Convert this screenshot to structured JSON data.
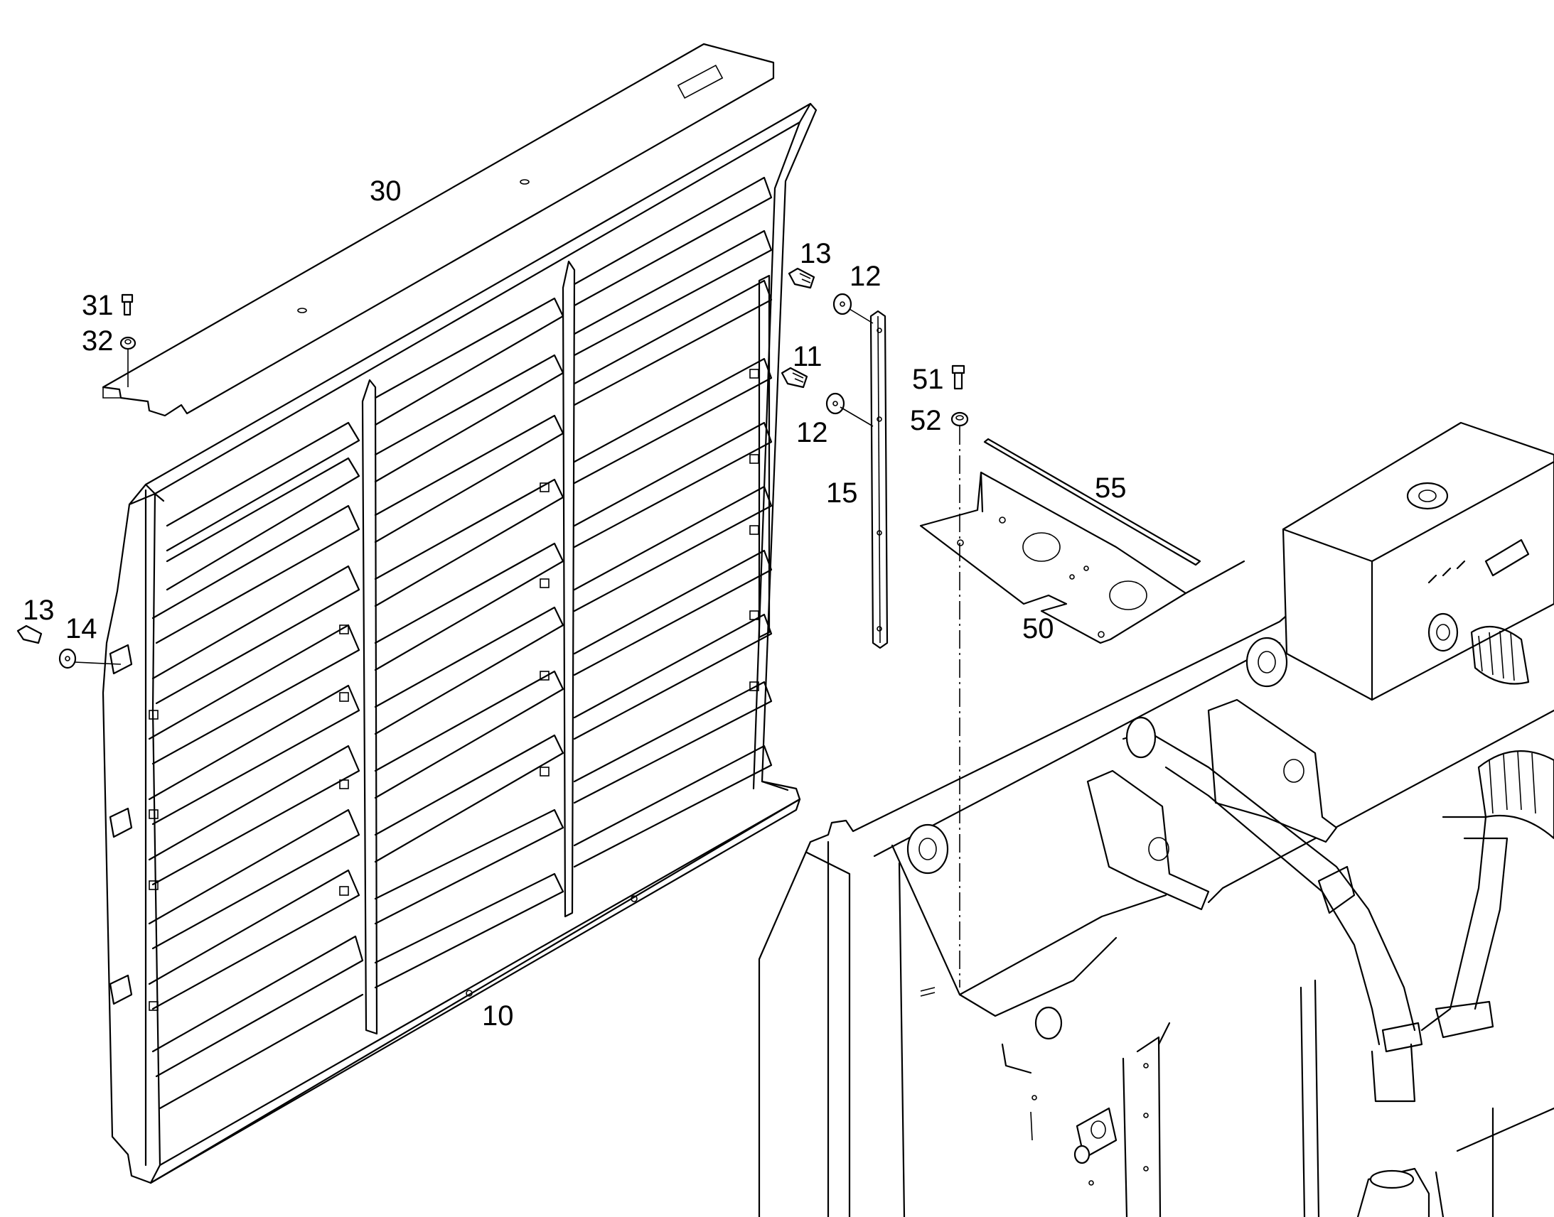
{
  "callouts": {
    "c10": "10",
    "c11": "11",
    "c12a": "12",
    "c12b": "12",
    "c13a": "13",
    "c13b": "13",
    "c14": "14",
    "c15": "15",
    "c30": "30",
    "c31": "31",
    "c32": "32",
    "c50": "50",
    "c51": "51",
    "c52": "52",
    "c55": "55"
  },
  "colors": {
    "line": "#000000",
    "background": "#ffffff"
  }
}
